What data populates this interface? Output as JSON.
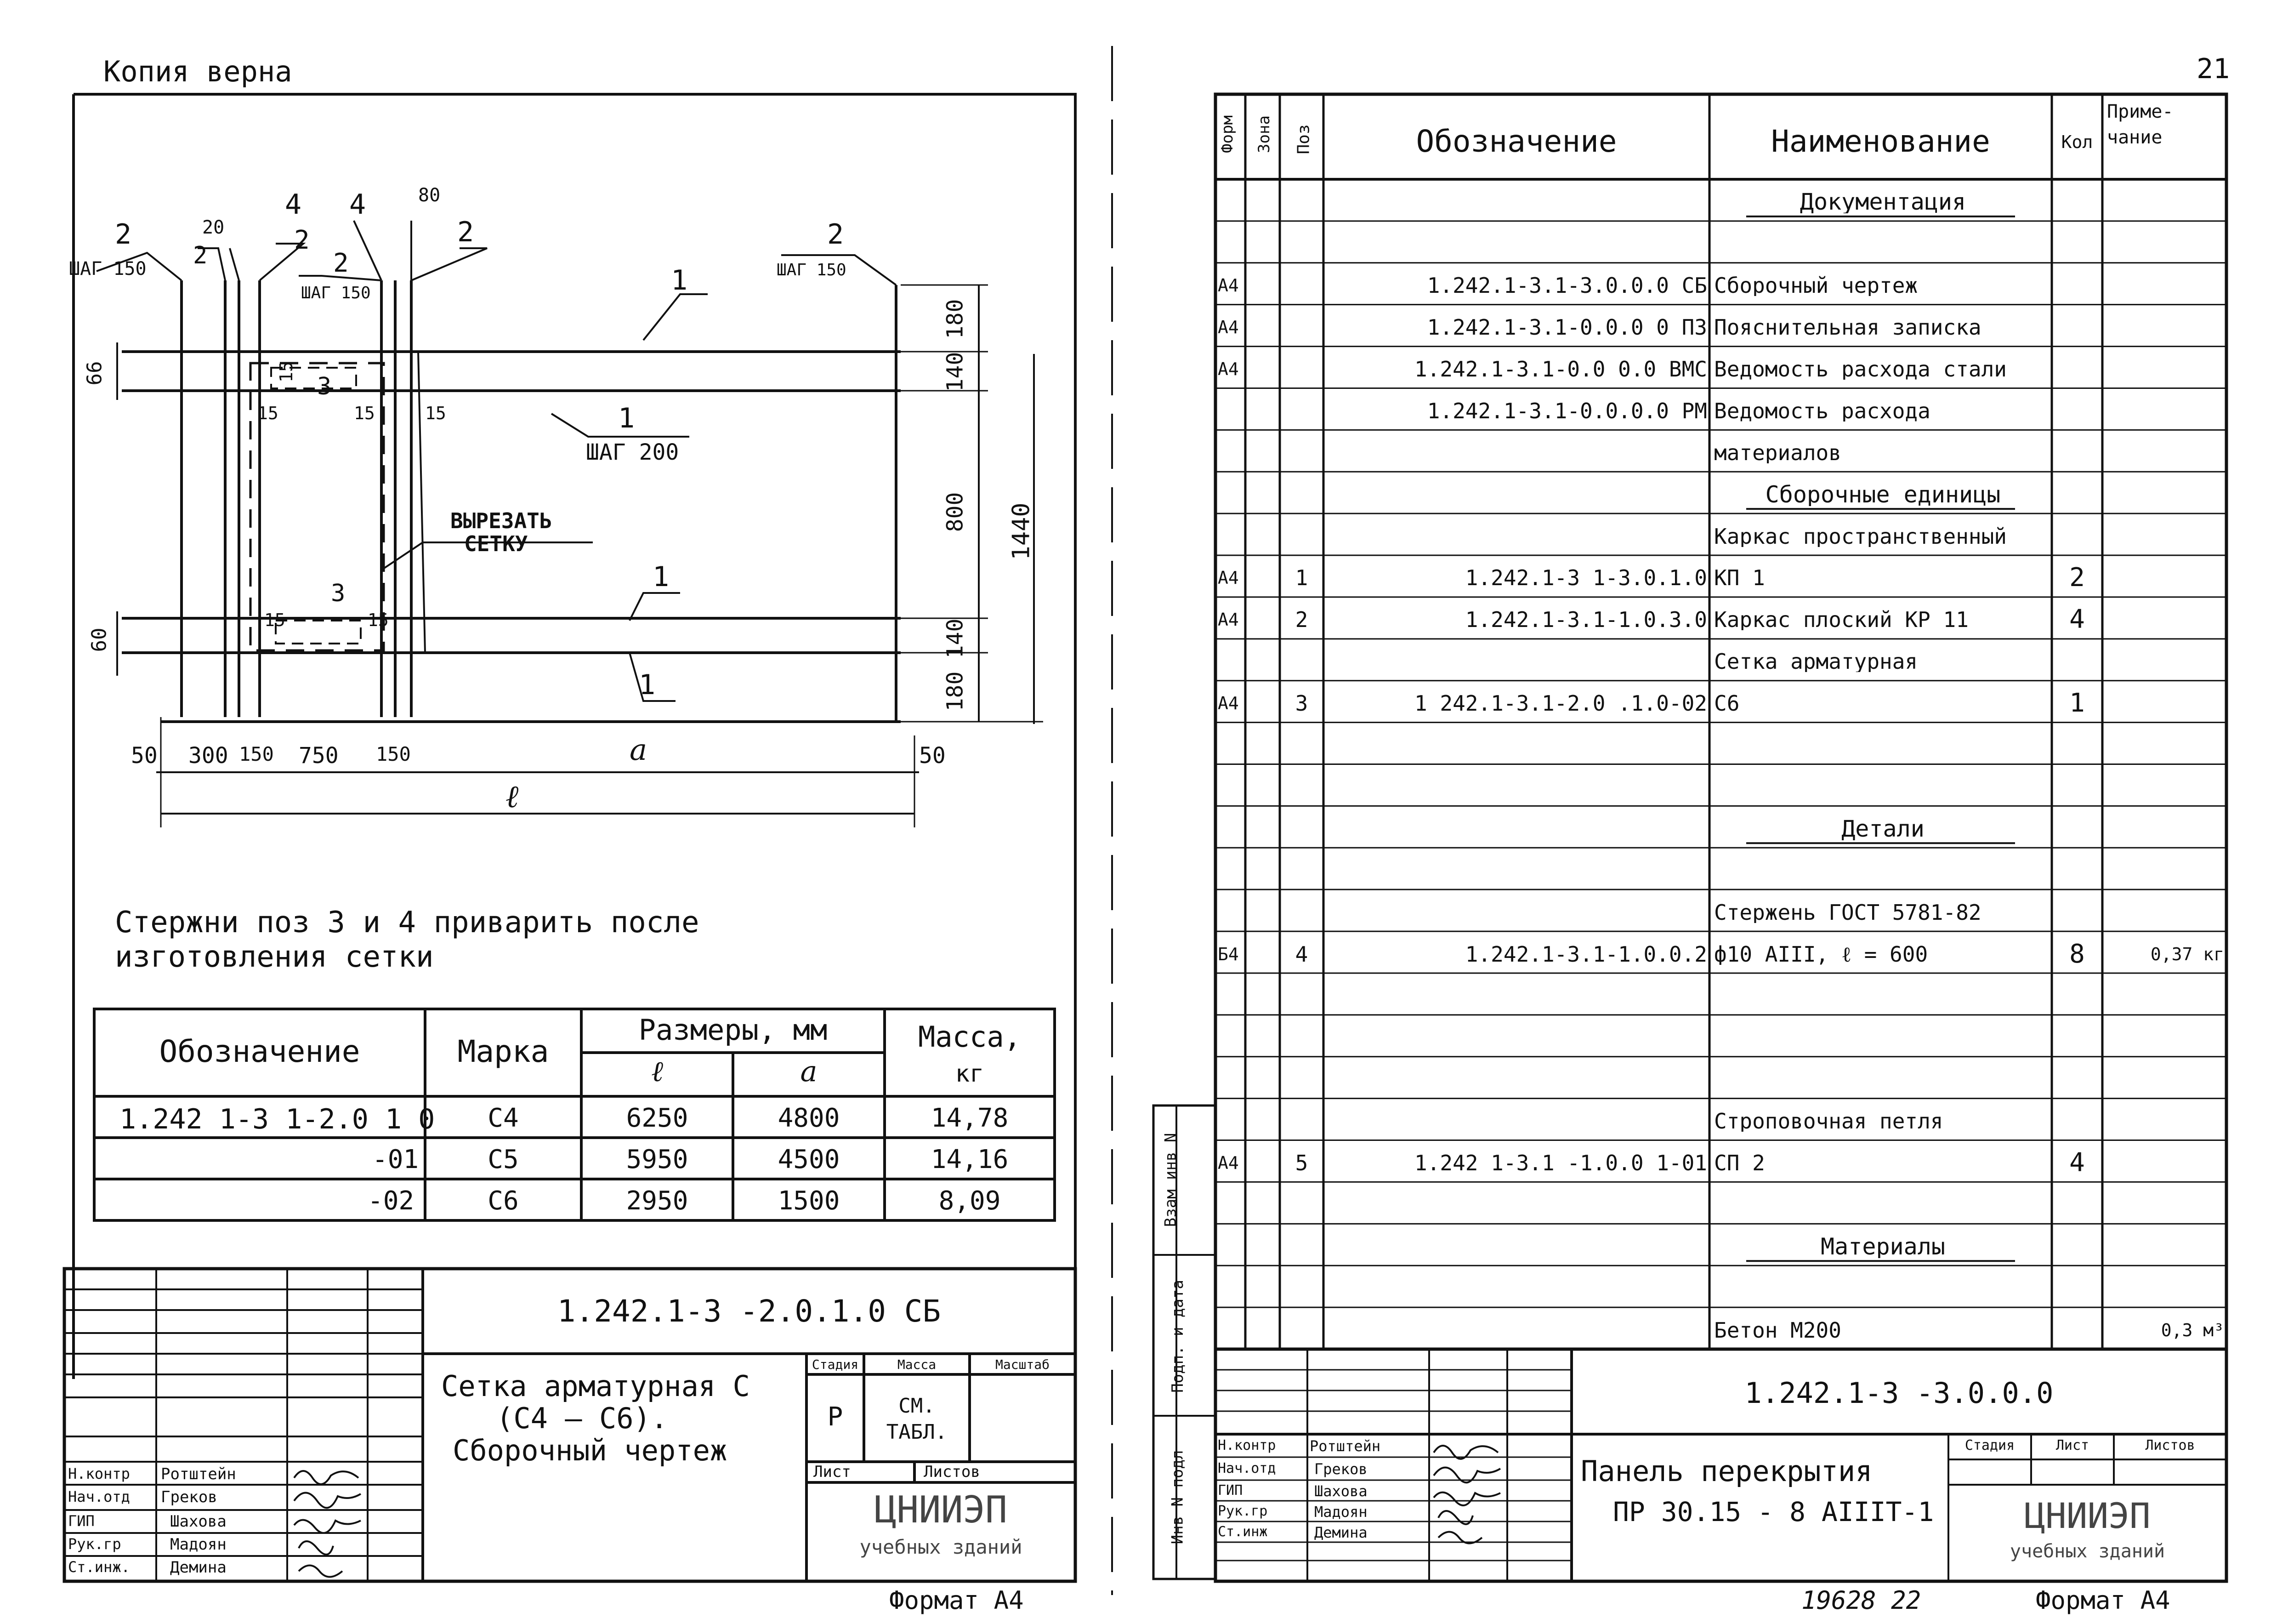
{
  "left": {
    "copy_label": "Копия верна",
    "drawing": {
      "pos_labels": [
        "2",
        "2",
        "4",
        "2",
        "2",
        "4",
        "2",
        "2",
        "1",
        "1",
        "1",
        "1",
        "3",
        "3"
      ],
      "step_labels": [
        "ШАГ 150",
        "ШАГ 150",
        "ШАГ 150",
        "ШАГ 200"
      ],
      "small_dims": [
        "20",
        "80",
        "66",
        "15",
        "15",
        "15",
        "15",
        "15",
        "15",
        "60"
      ],
      "right_dims": [
        "180",
        "140",
        "800",
        "140",
        "180",
        "1440"
      ],
      "bottom_dims": [
        "50",
        "300",
        "150",
        "750",
        "150",
        "a",
        "50",
        "ℓ"
      ],
      "cut_note": [
        "ВЫРЕЗАТЬ",
        "СЕТКУ"
      ]
    },
    "note": [
      "Стержни поз 3 и 4 приварить после",
      "изготовления сетки"
    ],
    "table": {
      "header_designation": "Обозначение",
      "header_mark": "Марка",
      "header_sizes": "Размеры, мм",
      "header_l": "ℓ",
      "header_a": "a",
      "header_mass": "Масса,",
      "header_mass_unit": "кг",
      "rows": [
        {
          "designation": "1.242 1-3 1-2.0 1 0",
          "mark": "С4",
          "l": "6250",
          "a": "4800",
          "mass": "14,78"
        },
        {
          "designation": "-01",
          "mark": "С5",
          "l": "5950",
          "a": "4500",
          "mass": "14,16"
        },
        {
          "designation": "-02",
          "mark": "С6",
          "l": "2950",
          "a": "1500",
          "mass": "8,09"
        }
      ]
    },
    "title_block": {
      "doc_code": "1.242.1-3 -2.0.1.0 СБ",
      "title": [
        "Сетка арматурная С",
        "(С4 — С6).",
        "Сборочный чертеж"
      ],
      "stage_h": "Стадия",
      "mass_h": "Масса",
      "scale_h": "Масштаб",
      "stage": "Р",
      "mass": "СМ. ТАБЛ.",
      "sheet_h": "Лист",
      "sheets_h": "Листов",
      "org": "ЦНИИЭП",
      "org_sub": "учебных зданий",
      "roles": [
        {
          "role": "Н.контр",
          "name": "Ротштейн"
        },
        {
          "role": "Нач.отд",
          "name": "Греков"
        },
        {
          "role": "ГИП",
          "name": "Шахова"
        },
        {
          "role": "Рук.гр",
          "name": "Мадоян"
        },
        {
          "role": "Ст.инж.",
          "name": "Демина"
        }
      ],
      "format": "Формат А4"
    }
  },
  "right": {
    "page_num": "21",
    "headers": {
      "form": "Форм",
      "zone": "Зона",
      "pos": "Поз",
      "designation": "Обозначение",
      "name": "Наименование",
      "qty": "Кол",
      "note": "Приме- чание"
    },
    "rows": [
      {
        "form": "",
        "pos": "",
        "designation": "",
        "name": "Документация",
        "qty": "",
        "note": "",
        "heading": true
      },
      {
        "form": "",
        "pos": "",
        "designation": "",
        "name": "",
        "qty": "",
        "note": ""
      },
      {
        "form": "А4",
        "pos": "",
        "designation": "1.242.1-3.1-3.0.0.0 СБ",
        "name": "Сборочный чертеж",
        "qty": "",
        "note": ""
      },
      {
        "form": "А4",
        "pos": "",
        "designation": "1.242.1-3.1-0.0.0 0 ПЗ",
        "name": "Пояснительная записка",
        "qty": "",
        "note": ""
      },
      {
        "form": "А4",
        "pos": "",
        "designation": "1.242.1-3.1-0.0 0.0 ВМС",
        "name": "Ведомость расхода стали",
        "qty": "",
        "note": ""
      },
      {
        "form": "",
        "pos": "",
        "designation": "1.242.1-3.1-0.0.0.0 РМ",
        "name": "Ведомость расхода",
        "qty": "",
        "note": ""
      },
      {
        "form": "",
        "pos": "",
        "designation": "",
        "name": "материалов",
        "qty": "",
        "note": ""
      },
      {
        "form": "",
        "pos": "",
        "designation": "",
        "name": "Сборочные единицы",
        "qty": "",
        "note": "",
        "heading": true
      },
      {
        "form": "",
        "pos": "",
        "designation": "",
        "name": "Каркас пространственный",
        "qty": "",
        "note": ""
      },
      {
        "form": "А4",
        "pos": "1",
        "designation": "1.242.1-3 1-3.0.1.0",
        "name": "   КП 1",
        "qty": "2",
        "note": ""
      },
      {
        "form": "А4",
        "pos": "2",
        "designation": "1.242.1-3.1-1.0.3.0",
        "name": "Каркас плоский КР 11",
        "qty": "4",
        "note": ""
      },
      {
        "form": "",
        "pos": "",
        "designation": "",
        "name": "Сетка арматурная",
        "qty": "",
        "note": ""
      },
      {
        "form": "А4",
        "pos": "3",
        "designation": "1 242.1-3.1-2.0 .1.0-02",
        "name": "   С6",
        "qty": "1",
        "note": ""
      },
      {
        "form": "",
        "pos": "",
        "designation": "",
        "name": "",
        "qty": "",
        "note": ""
      },
      {
        "form": "",
        "pos": "",
        "designation": "",
        "name": "",
        "qty": "",
        "note": ""
      },
      {
        "form": "",
        "pos": "",
        "designation": "",
        "name": "Детали",
        "qty": "",
        "note": "",
        "heading": true
      },
      {
        "form": "",
        "pos": "",
        "designation": "",
        "name": "",
        "qty": "",
        "note": ""
      },
      {
        "form": "",
        "pos": "",
        "designation": "",
        "name": "Стержень ГОСТ 5781-82",
        "qty": "",
        "note": ""
      },
      {
        "form": "Б4",
        "pos": "4",
        "designation": "1.242.1-3.1-1.0.0.2",
        "name": "ф10 АIII, ℓ = 600",
        "qty": "8",
        "note": "0,37 кг"
      },
      {
        "form": "",
        "pos": "",
        "designation": "",
        "name": "",
        "qty": "",
        "note": ""
      },
      {
        "form": "",
        "pos": "",
        "designation": "",
        "name": "",
        "qty": "",
        "note": ""
      },
      {
        "form": "",
        "pos": "",
        "designation": "",
        "name": "",
        "qty": "",
        "note": ""
      },
      {
        "form": "",
        "pos": "",
        "designation": "",
        "name": "Строповочная петля",
        "qty": "",
        "note": ""
      },
      {
        "form": "А4",
        "pos": "5",
        "designation": "1.242 1-3.1 -1.0.0 1-01",
        "name": "   СП 2",
        "qty": "4",
        "note": ""
      },
      {
        "form": "",
        "pos": "",
        "designation": "",
        "name": "",
        "qty": "",
        "note": ""
      },
      {
        "form": "",
        "pos": "",
        "designation": "",
        "name": "Материалы",
        "qty": "",
        "note": "",
        "heading": true
      },
      {
        "form": "",
        "pos": "",
        "designation": "",
        "name": "",
        "qty": "",
        "note": ""
      },
      {
        "form": "",
        "pos": "",
        "designation": "",
        "name": "Бетон М200",
        "qty": "",
        "note": "0,3 м³"
      }
    ],
    "side_labels": [
      "Взам инв N",
      "Подп. и дата",
      "Инв N подл"
    ],
    "title_block": {
      "doc_code": "1.242.1-3 -3.0.0.0",
      "title": [
        "Панель перекрытия",
        "ПР 30.15 - 8 АIIIТ-1"
      ],
      "stage_h": "Стадия",
      "sheet_h": "Лист",
      "sheets_h": "Листов",
      "org": "ЦНИИЭП",
      "org_sub": "учебных зданий",
      "roles": [
        {
          "role": "Н.контр",
          "name": "Ротштейн"
        },
        {
          "role": "Нач.отд",
          "name": "Греков"
        },
        {
          "role": "ГИП",
          "name": "Шахова"
        },
        {
          "role": "Рук.гр",
          "name": "Мадоян"
        },
        {
          "role": "Ст.инж",
          "name": "Демина"
        }
      ],
      "stamp_number": "19628 22",
      "format": "Формат А4"
    }
  }
}
